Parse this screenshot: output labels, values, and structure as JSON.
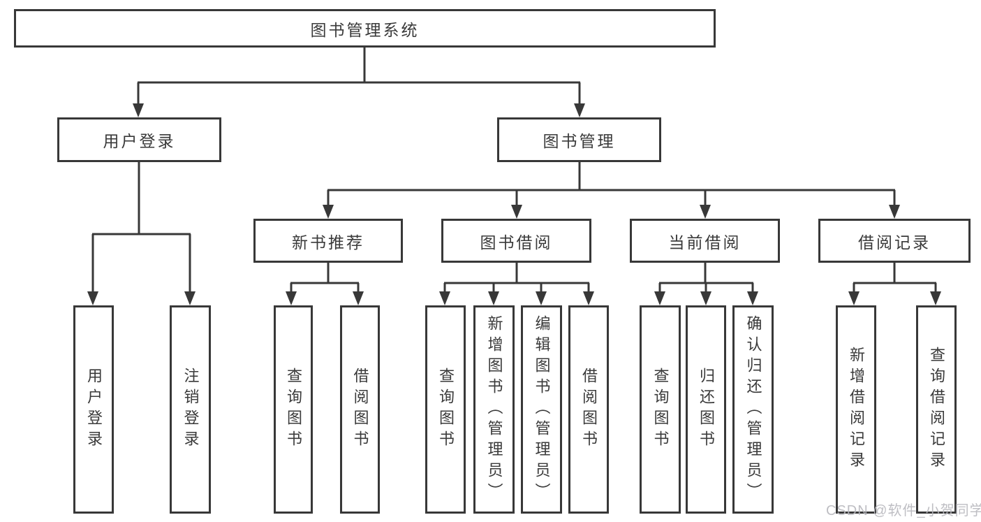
{
  "diagram": {
    "type": "hierarchy-tree",
    "colors": {
      "line": "#383838",
      "box_border": "#383838",
      "box_fill": "#ffffff",
      "text": "#3a3a3a",
      "watermark": "#b7b7bd",
      "background": "#ffffff"
    },
    "nodes": {
      "root": "图书管理系统",
      "level2": [
        "用户登录",
        "图书管理"
      ],
      "level3": [
        "新书推荐",
        "图书借阅",
        "当前借阅",
        "借阅记录"
      ],
      "leaves": [
        "用户登录",
        "注销登录",
        "查询图书",
        "借阅图书",
        "查询图书",
        "新增图书（管理员）",
        "编辑图书（管理员）",
        "借阅图书",
        "查询图书",
        "归还图书",
        "确认归还（管理员）",
        "新增借阅记录",
        "查询借阅记录"
      ]
    },
    "watermark": {
      "text": "CSDN @软件_小贺同学"
    }
  }
}
